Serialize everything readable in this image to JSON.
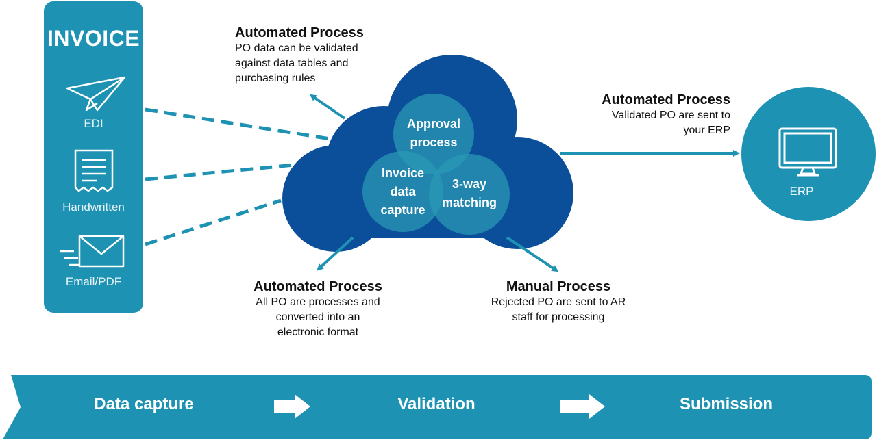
{
  "invoice": {
    "title": "INVOICE",
    "sources": [
      {
        "label": "EDI",
        "icon": "paper-plane-icon"
      },
      {
        "label": "Handwritten",
        "icon": "receipt-icon"
      },
      {
        "label": "Email/PDF",
        "icon": "envelope-icon"
      }
    ]
  },
  "cloud": {
    "circles": [
      {
        "label": "Approval process"
      },
      {
        "label": "Invoice data capture"
      },
      {
        "label": "3-way matching"
      }
    ]
  },
  "annotations": {
    "top": {
      "heading": "Automated Process",
      "lines": [
        "PO data can be validated",
        "against data tables and",
        "purchasing rules"
      ]
    },
    "right": {
      "heading": "Automated Process",
      "lines": [
        "Validated PO are sent to",
        "your ERP"
      ]
    },
    "bottom_left": {
      "heading": "Automated Process",
      "lines": [
        "All PO are processes and",
        "converted into an",
        "electronic format"
      ]
    },
    "bottom_right": {
      "heading": "Manual Process",
      "lines": [
        "Rejected PO are sent to AR",
        "staff for processing"
      ]
    }
  },
  "erp": {
    "label": "ERP",
    "icon": "monitor-icon"
  },
  "stages": [
    "Data capture",
    "Validation",
    "Submission"
  ],
  "colors": {
    "teal": "#1e92b3",
    "cloud_blue": "#0b4f9a",
    "bubble_teal": "#2a9ab5",
    "dash": "#1e92b3"
  }
}
